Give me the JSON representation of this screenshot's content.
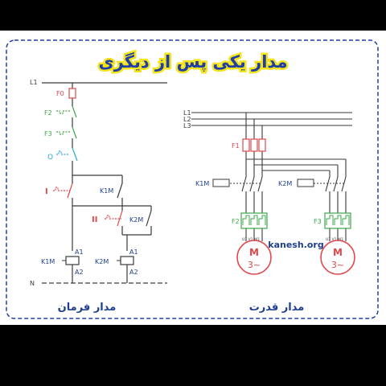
{
  "title": "مدار یکی پس از دیگری",
  "control_caption": "مدار فرمان",
  "power_caption": "مدار قدرت",
  "watermark": "kanesh.org",
  "control": {
    "line_top": "L1",
    "line_bottom": "N",
    "fuse": "F0",
    "overload_1": "F2",
    "overload_2": "F3",
    "stop": "O",
    "start_1": "I",
    "start_2": "II",
    "aux_1": "K1M",
    "aux_2": "K2M",
    "coil_1": "K1M",
    "coil_2": "K2M",
    "coil_top": "A1",
    "coil_bottom": "A2"
  },
  "power": {
    "phases": [
      "L1",
      "L2",
      "L3"
    ],
    "fuse": "F1",
    "contactor_1": "K1M",
    "contactor_2": "K2M",
    "overload_1": "F2",
    "overload_2": "F3",
    "terminals": "U1 V1 W1",
    "motor_letter": "M",
    "motor_phase": "3~"
  },
  "colors": {
    "background": "#000000",
    "panel": "#ffffff",
    "panel_border": "#1f3fa8",
    "title_text": "#1f3fa8",
    "title_glow": "#f4e21a",
    "fuse_red": "#e0474c",
    "overload_green": "#3aa84a",
    "stop_cyan": "#2aa7d8",
    "wire": "#3a3a3a",
    "label_blue": "#1f3f8f"
  }
}
